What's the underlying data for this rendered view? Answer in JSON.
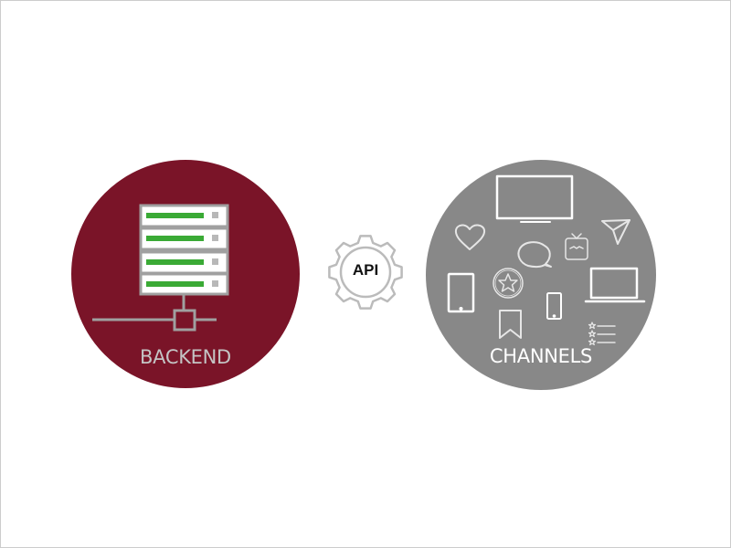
{
  "diagram": {
    "backend": {
      "label": "BACKEND",
      "color": "#7a1428",
      "icon": "server-rack-icon",
      "server_units": 4
    },
    "api": {
      "label": "API",
      "icon": "gear-icon"
    },
    "channels": {
      "label": "CHANNELS",
      "color": "#888888",
      "icons": [
        "tv-monitor-icon",
        "heart-icon",
        "send-paper-plane-icon",
        "speech-bubble-icon",
        "retro-tv-icon",
        "tablet-icon",
        "star-badge-icon",
        "laptop-icon",
        "smartphone-icon",
        "bookmark-icon",
        "rating-list-icon"
      ]
    },
    "colors": {
      "server_bar": "#3aaa35",
      "server_frame": "#a0a0a0",
      "gear_stroke": "#bbbbbb",
      "channel_icon_stroke": "#ffffff"
    }
  }
}
